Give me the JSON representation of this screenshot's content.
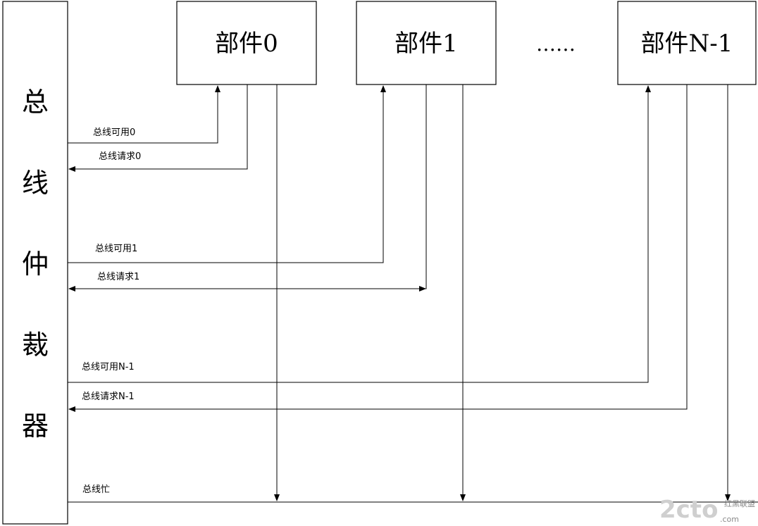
{
  "arbiter": {
    "label_chars": [
      "总",
      "线",
      "仲",
      "裁",
      "器"
    ]
  },
  "components": [
    {
      "label": "部件0"
    },
    {
      "label": "部件1"
    },
    {
      "label": "部件N-1"
    }
  ],
  "ellipsis": "……",
  "signals": {
    "grant0": "总线可用0",
    "req0": "总线请求0",
    "grant1": "总线可用1",
    "req1": "总线请求1",
    "grantN": "总线可用N-1",
    "reqN": "总线请求N-1",
    "busy": "总线忙"
  },
  "watermark": {
    "logo": "2cto",
    "suffix": ".com",
    "tag": "红黑联盟"
  }
}
